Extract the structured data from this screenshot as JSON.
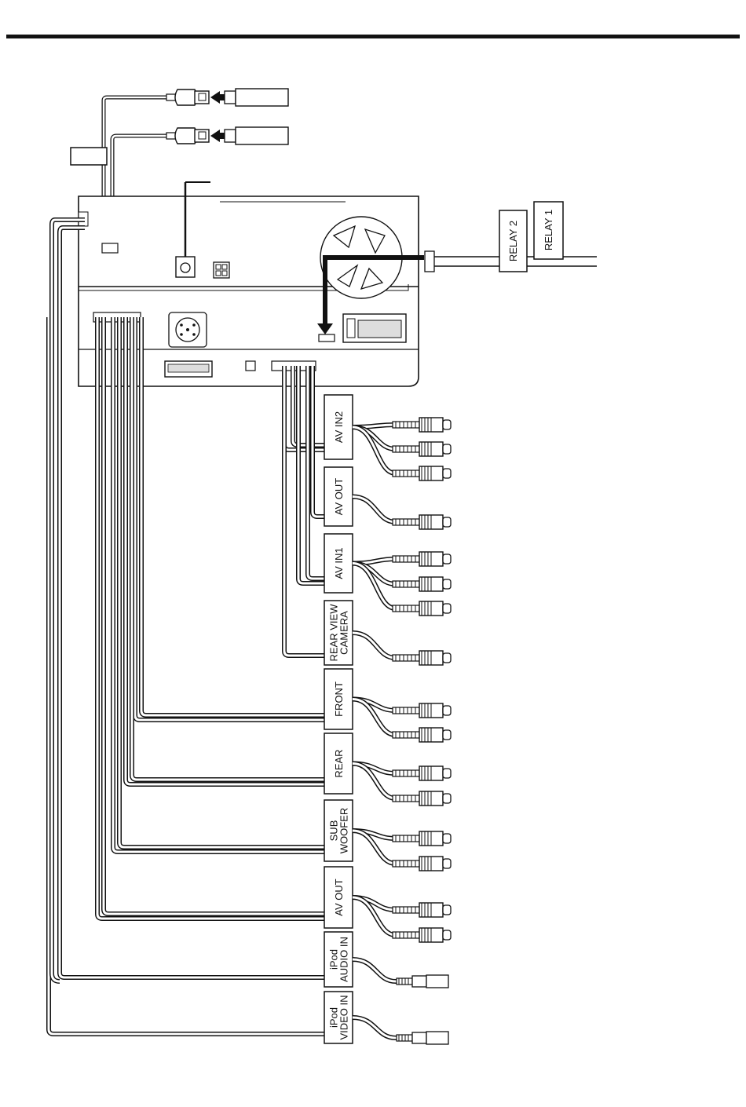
{
  "relays": [
    {
      "id": "relay-2",
      "label": "RELAY 2"
    },
    {
      "id": "relay-1",
      "label": "RELAY 1"
    }
  ],
  "connectors": [
    {
      "id": "av-in2",
      "lines": [
        "AV IN2"
      ],
      "plugs": 3
    },
    {
      "id": "av-out-video",
      "lines": [
        "AV OUT"
      ],
      "plugs": 1
    },
    {
      "id": "av-in1",
      "lines": [
        "AV IN1"
      ],
      "plugs": 3
    },
    {
      "id": "rear-view-camera",
      "lines": [
        "REAR VIEW",
        "CAMERA"
      ],
      "plugs": 1
    },
    {
      "id": "front",
      "lines": [
        "FRONT"
      ],
      "plugs": 2
    },
    {
      "id": "rear",
      "lines": [
        "REAR"
      ],
      "plugs": 2
    },
    {
      "id": "sub-woofer",
      "lines": [
        "SUB",
        "WOOFER"
      ],
      "plugs": 2
    },
    {
      "id": "av-out-audio",
      "lines": [
        "AV OUT"
      ],
      "plugs": 2
    },
    {
      "id": "ipod-audio-in",
      "lines": [
        "iPod",
        "AUDIO IN"
      ],
      "plugs": 1,
      "jack": "mini"
    },
    {
      "id": "ipod-video-in",
      "lines": [
        "iPod",
        "VIDEO IN"
      ],
      "plugs": 1,
      "jack": "mini"
    }
  ]
}
